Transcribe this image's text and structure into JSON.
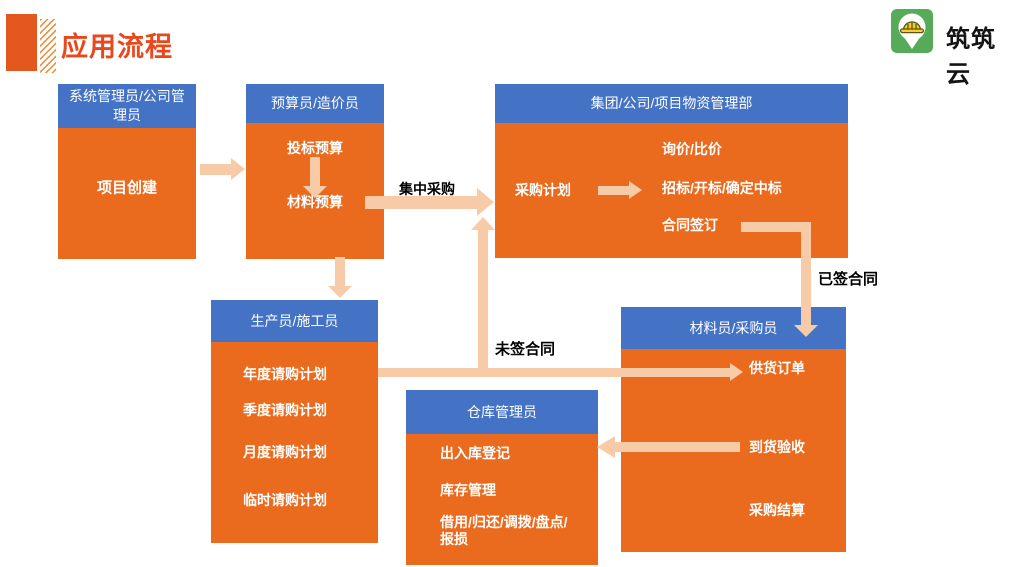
{
  "title": "应用流程",
  "logo": {
    "text": "筑筑云",
    "icon": "hard-hat-pin-icon"
  },
  "colors": {
    "header_blue": "#4472C4",
    "body_orange": "#EA6A1E",
    "arrow_peach": "#F7CBA8",
    "title_red": "#E8481C",
    "deco_orange": "#E4571E",
    "logo_green": "#55AB57",
    "helmet_yellow": "#F5D020"
  },
  "boxes": {
    "admin": {
      "header": "系统管理员/公司管理员",
      "items": [
        "项目创建"
      ]
    },
    "budget": {
      "header": "预算员/造价员",
      "items": [
        "投标预算",
        "材料预算"
      ]
    },
    "dept": {
      "header": "集团/公司/项目物资管理部",
      "plan_item": "采购计划",
      "items": [
        "询价/比价",
        "招标/开标/确定中标",
        "合同签订"
      ]
    },
    "production": {
      "header": "生产员/施工员",
      "items": [
        "年度请购计划",
        "季度请购计划",
        "月度请购计划",
        "临时请购计划"
      ]
    },
    "warehouse": {
      "header": "仓库管理员",
      "items": [
        "出入库登记",
        "库存管理",
        "借用/归还/调拨/盘点/报损"
      ]
    },
    "purchaser": {
      "header": "材料员/采购员",
      "items": [
        "供货订单",
        "到货验收",
        "采购结算"
      ]
    }
  },
  "labels": {
    "centralized": "集中采购",
    "signed": "已签合同",
    "unsigned": "未签合同"
  }
}
